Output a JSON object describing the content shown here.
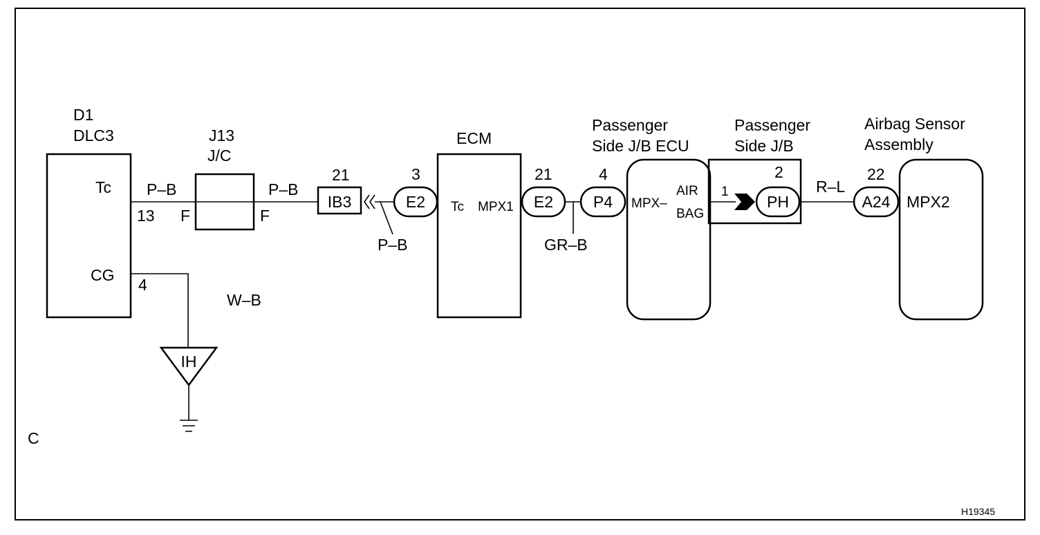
{
  "figure_id": "H19345",
  "corner_label": "C",
  "components": {
    "dlc3": {
      "ref": "D1",
      "name": "DLC3",
      "pin_tc": "Tc",
      "pin_cg": "CG",
      "pin_13": "13",
      "pin_4": "4"
    },
    "jc": {
      "ref": "J13",
      "name": "J/C",
      "pin_left": "F",
      "pin_right": "F"
    },
    "ecm": {
      "name": "ECM",
      "pin_tc": "Tc",
      "pin_mpx1": "MPX1"
    },
    "jb_ecu": {
      "line1": "Passenger",
      "line2": "Side J/B ECU",
      "pin_mpx": "MPX–",
      "pin_air": "AIR",
      "pin_bag": "BAG"
    },
    "jb": {
      "line1": "Passenger",
      "line2": "Side J/B"
    },
    "airbag": {
      "line1": "Airbag Sensor",
      "line2": "Assembly",
      "pin_mpx2": "MPX2"
    },
    "ground": {
      "name": "IH"
    }
  },
  "connectors": {
    "ib3": {
      "id": "IB3",
      "pin": "21"
    },
    "e2_left": {
      "id": "E2",
      "pin": "3"
    },
    "e2_right": {
      "id": "E2",
      "pin": "21"
    },
    "p4": {
      "id": "P4",
      "pin": "4"
    },
    "ph": {
      "id": "PH",
      "pin": "2",
      "pin_in": "1"
    },
    "a24": {
      "id": "A24",
      "pin": "22"
    }
  },
  "wires": {
    "pb_1": "P–B",
    "pb_2": "P–B",
    "pb_3": "P–B",
    "grb": "GR–B",
    "rl": "R–L",
    "wb": "W–B"
  }
}
